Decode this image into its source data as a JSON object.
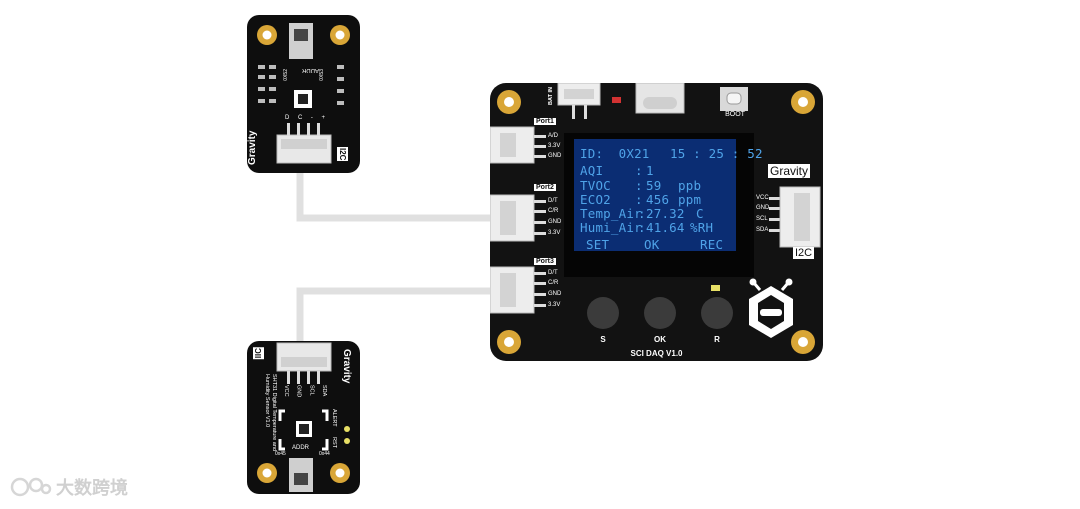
{
  "daq": {
    "name": "SCI DAQ V1.0",
    "boot_label": "BOOT",
    "bat_in_label": "BAT IN",
    "ports": [
      {
        "title": "Port1",
        "pins": [
          "A/D",
          "3.3V",
          "GND"
        ]
      },
      {
        "title": "Port2",
        "pins": [
          "D/T",
          "C/R",
          "GND",
          "3.3V"
        ]
      },
      {
        "title": "Port3",
        "pins": [
          "D/T",
          "C/R",
          "GND",
          "3.3V"
        ]
      }
    ],
    "gravity_label": "Gravity",
    "i2c_label": "I2C",
    "i2c_pins": [
      "VCC",
      "GND",
      "SCL",
      "SDA"
    ],
    "buttons": [
      {
        "label": "S"
      },
      {
        "label": "OK"
      },
      {
        "label": "R"
      }
    ],
    "lcd": {
      "id_line": "ID:  0X21",
      "time": "15 : 25 : 52",
      "rows": [
        {
          "name": "AQI",
          "sep": ":",
          "value": "1",
          "unit": ""
        },
        {
          "name": "TVOC",
          "sep": ":",
          "value": "59",
          "unit": "ppb"
        },
        {
          "name": "ECO2",
          "sep": ":",
          "value": "456",
          "unit": "ppm"
        },
        {
          "name": "Temp_Air",
          "sep": ":",
          "value": "27.32",
          "unit": "C"
        },
        {
          "name": "Humi_Air",
          "sep": ":",
          "value": "41.64",
          "unit": "%RH"
        }
      ],
      "menu": [
        "SET",
        "OK",
        "REC"
      ]
    }
  },
  "sensor_top": {
    "gravity": "Gravity",
    "i2c": "I2C",
    "addr": "ADDR",
    "addr_a": "0X52",
    "addr_b": "0X53",
    "pins": [
      "D",
      "C",
      "-",
      "+"
    ]
  },
  "sensor_bottom": {
    "gravity": "Gravity",
    "iic": "IIC",
    "desc": "SHT31 Digital Temperature and Humidity Sensor V1.0",
    "pins": [
      "VCC",
      "GND",
      "SCL",
      "SDA"
    ],
    "alert": "ALERT",
    "rst": "RST",
    "addr": "ADDR",
    "addr_a": "0x44",
    "addr_b": "0x45"
  },
  "watermark": "大数跨境",
  "colors": {
    "board": "#111111",
    "lcd_bg": "#0b2d73",
    "lcd_text": "#4fa3e8",
    "gold": "#d9a637",
    "wire": "#e0e0e0"
  }
}
